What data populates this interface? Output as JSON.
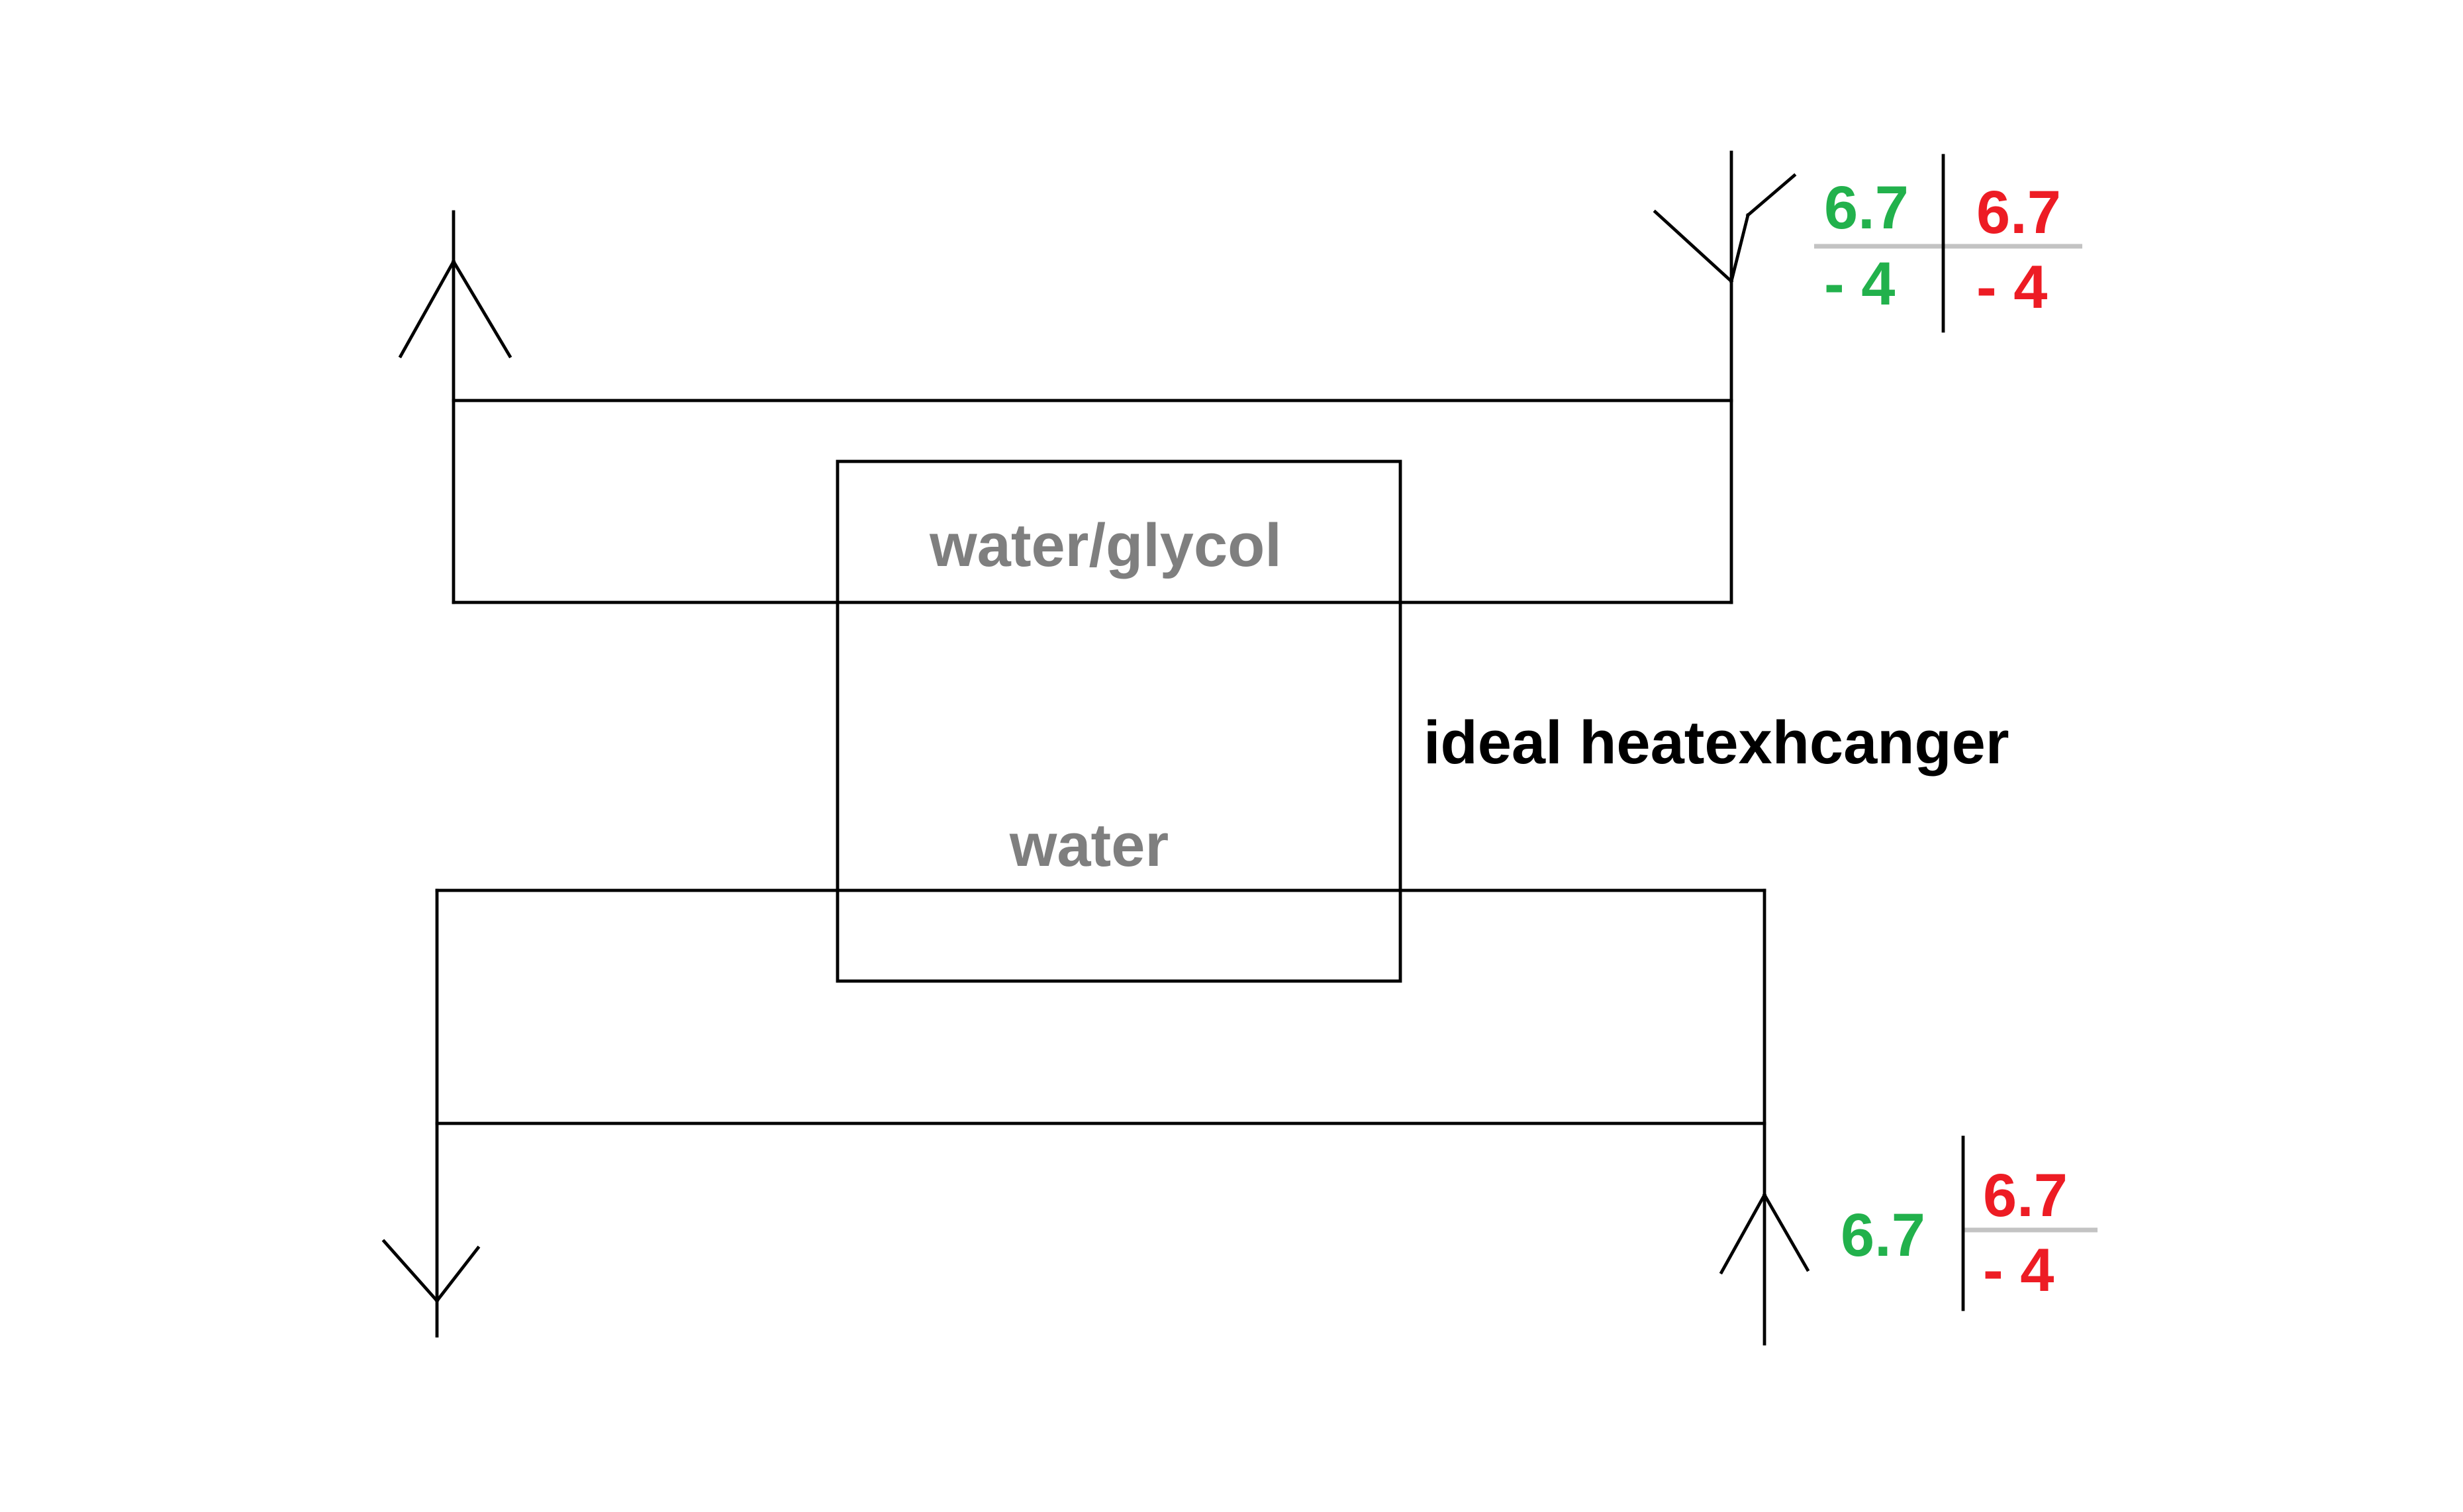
{
  "labels": {
    "top_channel": "water/glycol",
    "bottom_channel": "water",
    "exchanger": "ideal heatexhcanger"
  },
  "top_right_readout": {
    "left_top": "6.7",
    "left_bottom": "- 4",
    "right_top": "6.7",
    "right_bottom": "- 4"
  },
  "bottom_right_readout": {
    "left": "6.7",
    "right_top": "6.7",
    "right_bottom": "- 4"
  },
  "colors": {
    "green": "#22b14c",
    "red": "#ed1c24",
    "label_gray": "#7f7f7f",
    "divider_gray": "#c3c3c3"
  }
}
